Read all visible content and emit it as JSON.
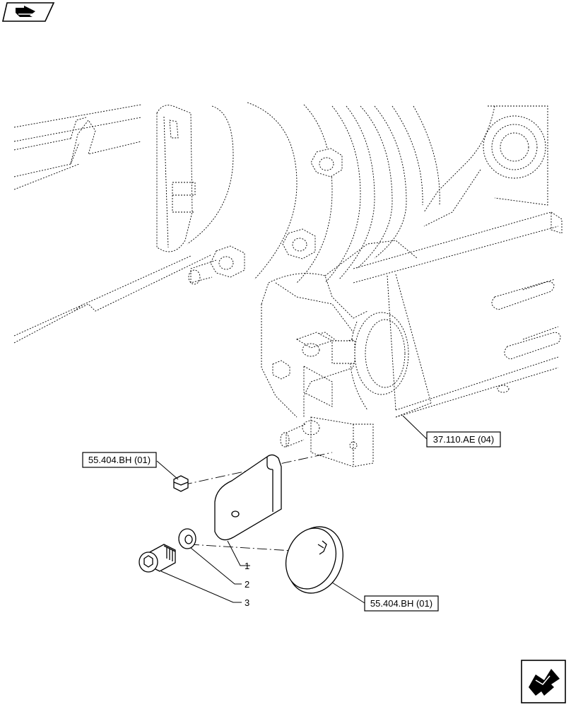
{
  "references": {
    "top_ref": "55.404.BH (01)",
    "frame_ref": "37.110.AE (04)",
    "cap_ref": "55.404.BH (01)"
  },
  "callouts": {
    "item1": "1",
    "item2": "2",
    "item3": "3"
  },
  "icons": {
    "top_left": "navigation-arrow-icon",
    "bottom_right": "next-page-arrow-icon"
  }
}
